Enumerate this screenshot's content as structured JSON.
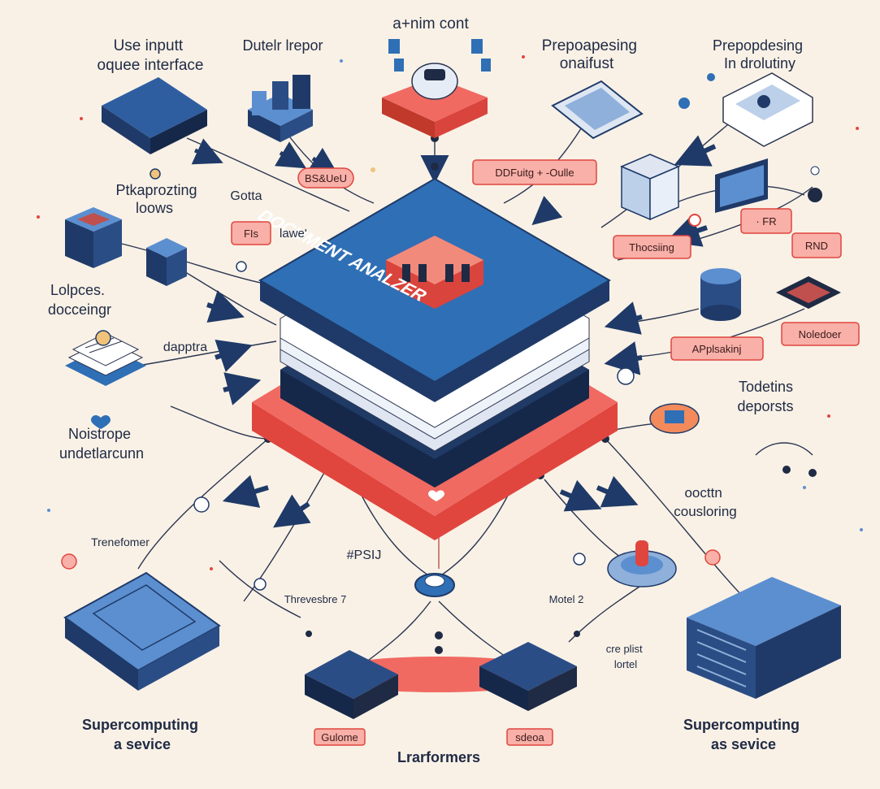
{
  "colors": {
    "background": "#f9f1e6",
    "navy": "#1f3a68",
    "blue": "#2f6fb5",
    "light_blue": "#5b8fd0",
    "coral": "#f06a62",
    "pill_fill": "#f8b0a8",
    "pill_stroke": "#e0463e",
    "ink": "#1f2a44"
  },
  "center": {
    "title": "DOCUMENT ANALZER"
  },
  "labels": {
    "top_left_input": [
      "Use inputt",
      "oquee interface"
    ],
    "top_output": "Dutelr lrepor",
    "top_center": "a+nim cont",
    "top_right_prep": [
      "Prepoapesing",
      "onaifust"
    ],
    "far_top_right": [
      "Prepopdesing",
      "In drolutiny"
    ],
    "left_preproc": [
      "Ptkaprozting",
      "loows"
    ],
    "left_gotta": "Gotta",
    "left_process": [
      "Lolpces.",
      "docceingr"
    ],
    "left_dapptra": "dapptra",
    "left_storage": [
      "Noistrope",
      "undetlarcunn"
    ],
    "right_detect": [
      "Todetins",
      "deporsts"
    ],
    "right_counsel": [
      "oocttn",
      "cousloring"
    ],
    "transformer_left": "Trenefomer",
    "threshold": "Threvesbre 7",
    "model": "Motel 2",
    "cre_plist": [
      "cre plist",
      "lortel"
    ],
    "hash": "#PSIJ",
    "bottom_left": [
      "Supercomputing",
      "a sevice"
    ],
    "bottom_right": [
      "Supercomputing",
      "as sevice"
    ],
    "bottom_center": "Lrarformers"
  },
  "pills": {
    "besaue": "BS&UeU",
    "fis": "FIs",
    "lawe": "lawe'",
    "dd_fuitg": "DDFuitg + -Oulle",
    "thocsing": "Thocsiing",
    "fr": "· FR",
    "rnd": "RND",
    "applsakin": "APplsakinj",
    "noledoer": "Noledoer",
    "gulome": "Gulome",
    "sdeoa": "sdeoa"
  }
}
